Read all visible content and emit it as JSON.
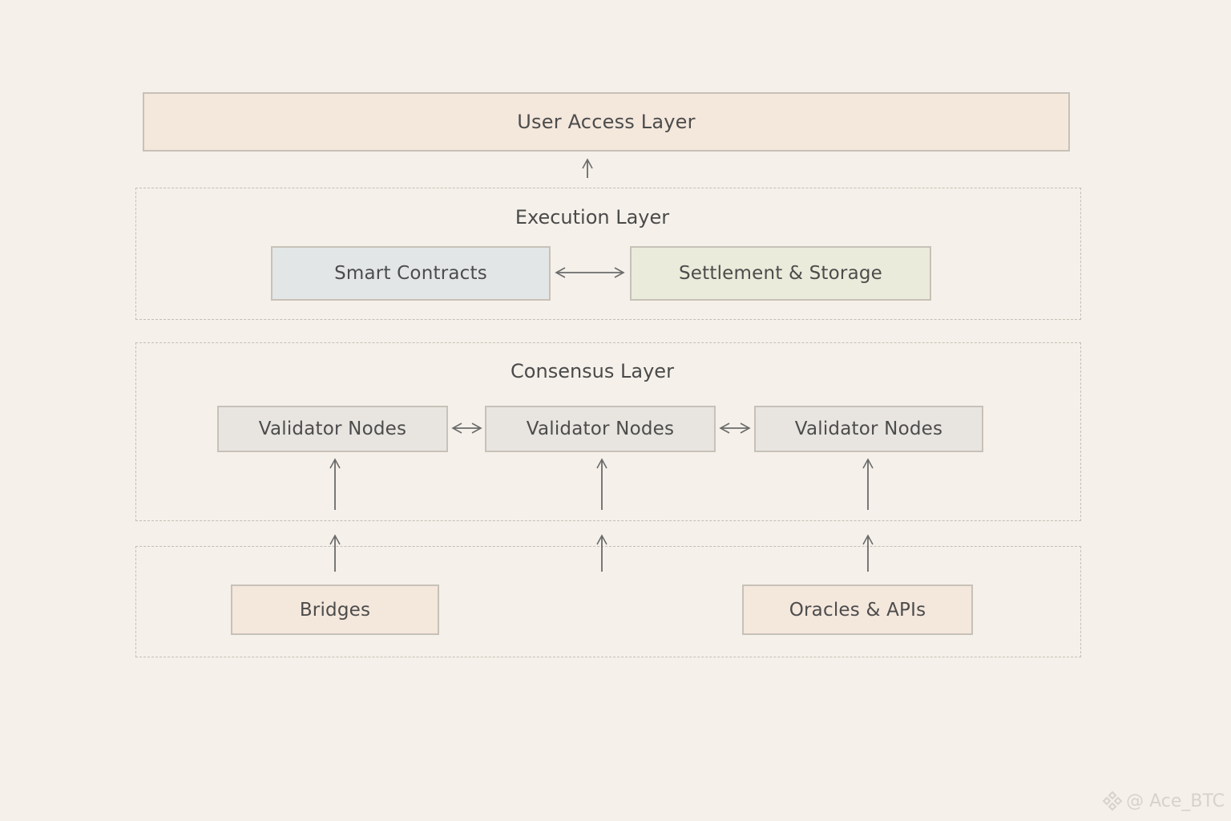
{
  "user_layer": {
    "label": "User Access Layer"
  },
  "execution_layer": {
    "title": "Execution Layer",
    "smart_contracts": "Smart Contracts",
    "settlement": "Settlement & Storage"
  },
  "consensus_layer": {
    "title": "Consensus Layer",
    "validators": [
      "Validator Nodes",
      "Validator Nodes",
      "Validator Nodes"
    ]
  },
  "integration_layer": {
    "bridges": "Bridges",
    "oracles": "Oracles & APIs"
  },
  "watermark": {
    "text": "@ Ace_BTC",
    "icon": "binance-logo-icon"
  },
  "colors": {
    "background": "#f5f1ea",
    "peach_fill": "#f4e7dc",
    "blue_fill": "#e2e6e6",
    "olive_fill": "#ebebdb",
    "grey_fill": "#e8e5e1",
    "border": "#c7c1b8",
    "arrow": "#6b6b6b"
  }
}
